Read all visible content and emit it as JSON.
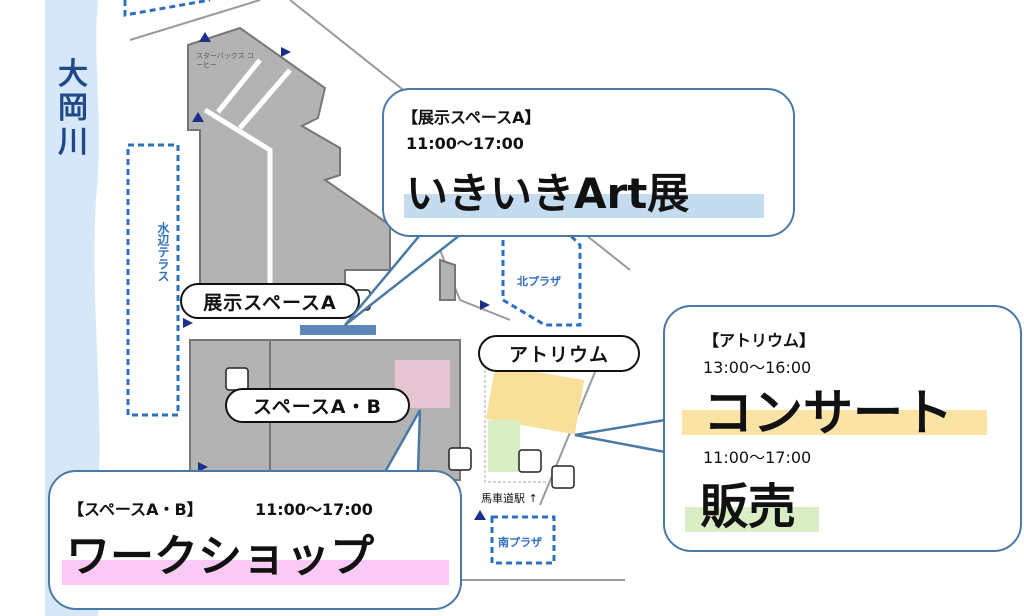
{
  "map": {
    "river": "大岡川",
    "terrace": "水辺テラス",
    "starbucks": "スターバックス コーヒー",
    "north_plaza": "北プラザ",
    "south_plaza": "南プラザ",
    "station": "馬車道駅 ↑"
  },
  "labels": {
    "exhibit_a": "展示スペースA",
    "space_ab": "スペースA・B",
    "atrium": "アトリウム"
  },
  "callouts": {
    "exhibit": {
      "heading": "【展示スペースA】",
      "time": "11:00〜17:00",
      "event": "いきいきArt展"
    },
    "atrium": {
      "heading": "【アトリウム】",
      "time1": "13:00〜16:00",
      "event1": "コンサート",
      "time2": "11:00〜17:00",
      "event2": "販売"
    },
    "workshop": {
      "heading": "【スペースA・B】",
      "time": "11:00〜17:00",
      "event": "ワークショップ"
    }
  },
  "colors": {
    "river": "#d6e8f7",
    "building": "#b3b3b3",
    "callout_border": "#4a79a5",
    "exhibit_hl": "#c5dcf0",
    "concert_hl": "#fbe3a5",
    "sale_hl": "#d9eec5",
    "workshop_hl": "#fbc9f5",
    "space_b": "#e6c5d3"
  }
}
